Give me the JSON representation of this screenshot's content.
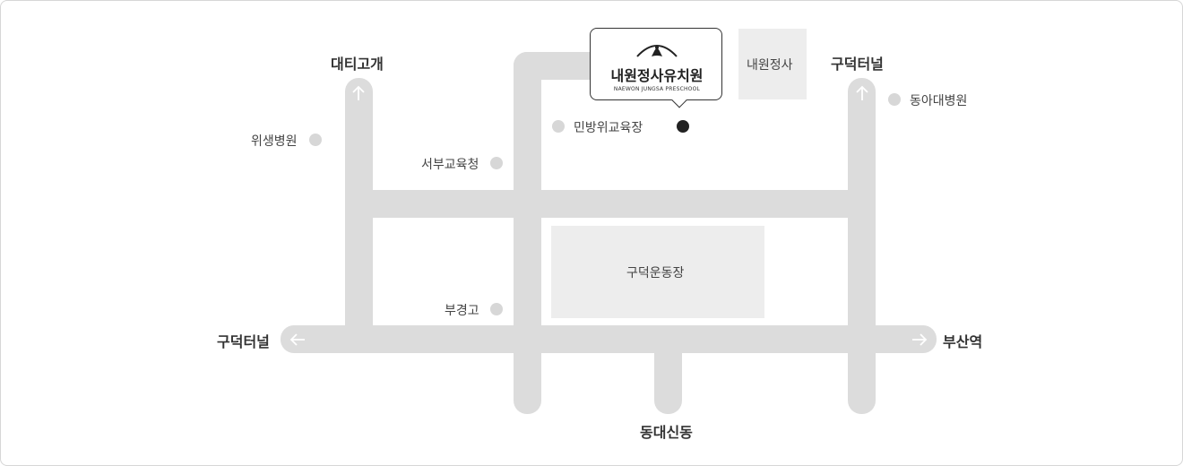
{
  "roads": {
    "left_exit": "구덕터널",
    "right_exit": "부산역",
    "top_left": "대티고개",
    "top_right": "구덕터널",
    "bottom": "동대신동"
  },
  "places": {
    "welfare_office": "위생병원",
    "west_education_office": "서부교육청",
    "civil_defense_center": "민방위교육장",
    "temple": "내원정사",
    "hospital": "동아대병원",
    "stadium": "구덕운동장",
    "high_school": "부경고"
  },
  "school": {
    "name": "내원정사유치원",
    "name_en": "NAEWON JUNGSA PRESCHOOL"
  },
  "icons": {
    "arrows": "arrow-icon",
    "school_marker": "location-dot-icon",
    "school_logo": "bell-logo-icon"
  },
  "colors": {
    "road": "#dcdcdc",
    "block": "#ededed",
    "marker": "#222222"
  }
}
